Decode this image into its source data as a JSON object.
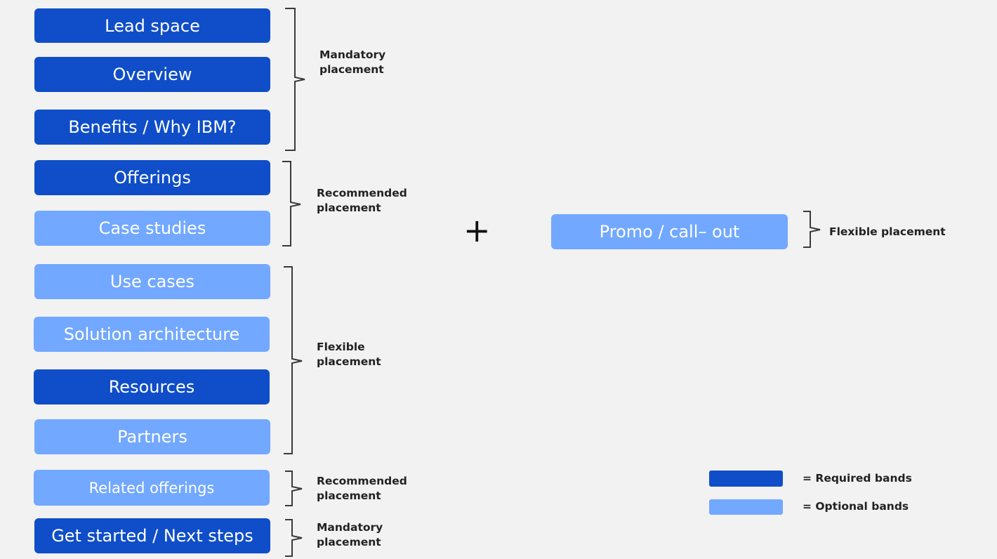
{
  "colors": {
    "required": "#0f4ec8",
    "optional": "#72a8ff",
    "background": "#f2f2f2"
  },
  "bands": [
    {
      "label": "Lead space",
      "type": "required"
    },
    {
      "label": "Overview",
      "type": "required"
    },
    {
      "label": "Benefits / Why IBM?",
      "type": "required"
    },
    {
      "label": "Offerings",
      "type": "required"
    },
    {
      "label": "Case studies",
      "type": "optional"
    },
    {
      "label": "Use cases",
      "type": "optional"
    },
    {
      "label": "Solution architecture",
      "type": "optional"
    },
    {
      "label": "Resources",
      "type": "required"
    },
    {
      "label": "Partners",
      "type": "optional"
    },
    {
      "label": "Related offerings",
      "type": "optional"
    },
    {
      "label": "Get started / Next steps",
      "type": "required"
    }
  ],
  "groups": [
    {
      "line1": "Mandatory",
      "line2": "placement",
      "covers": [
        "Lead space",
        "Overview",
        "Benefits / Why IBM?"
      ]
    },
    {
      "line1": "Recommended",
      "line2": "placement",
      "covers": [
        "Offerings",
        "Case studies"
      ]
    },
    {
      "line1": "Flexible",
      "line2": "placement",
      "covers": [
        "Use cases",
        "Solution architecture",
        "Resources",
        "Partners"
      ]
    },
    {
      "line1": "Recommended",
      "line2": "placement",
      "covers": [
        "Related offerings"
      ]
    },
    {
      "line1": "Mandatory",
      "line2": "placement",
      "covers": [
        "Get started / Next steps"
      ]
    }
  ],
  "plus_symbol": "+",
  "promo": {
    "label": "Promo / call– out",
    "type": "optional",
    "placement": "Flexible placement"
  },
  "legend": {
    "required": "= Required bands",
    "optional": "= Optional bands"
  }
}
